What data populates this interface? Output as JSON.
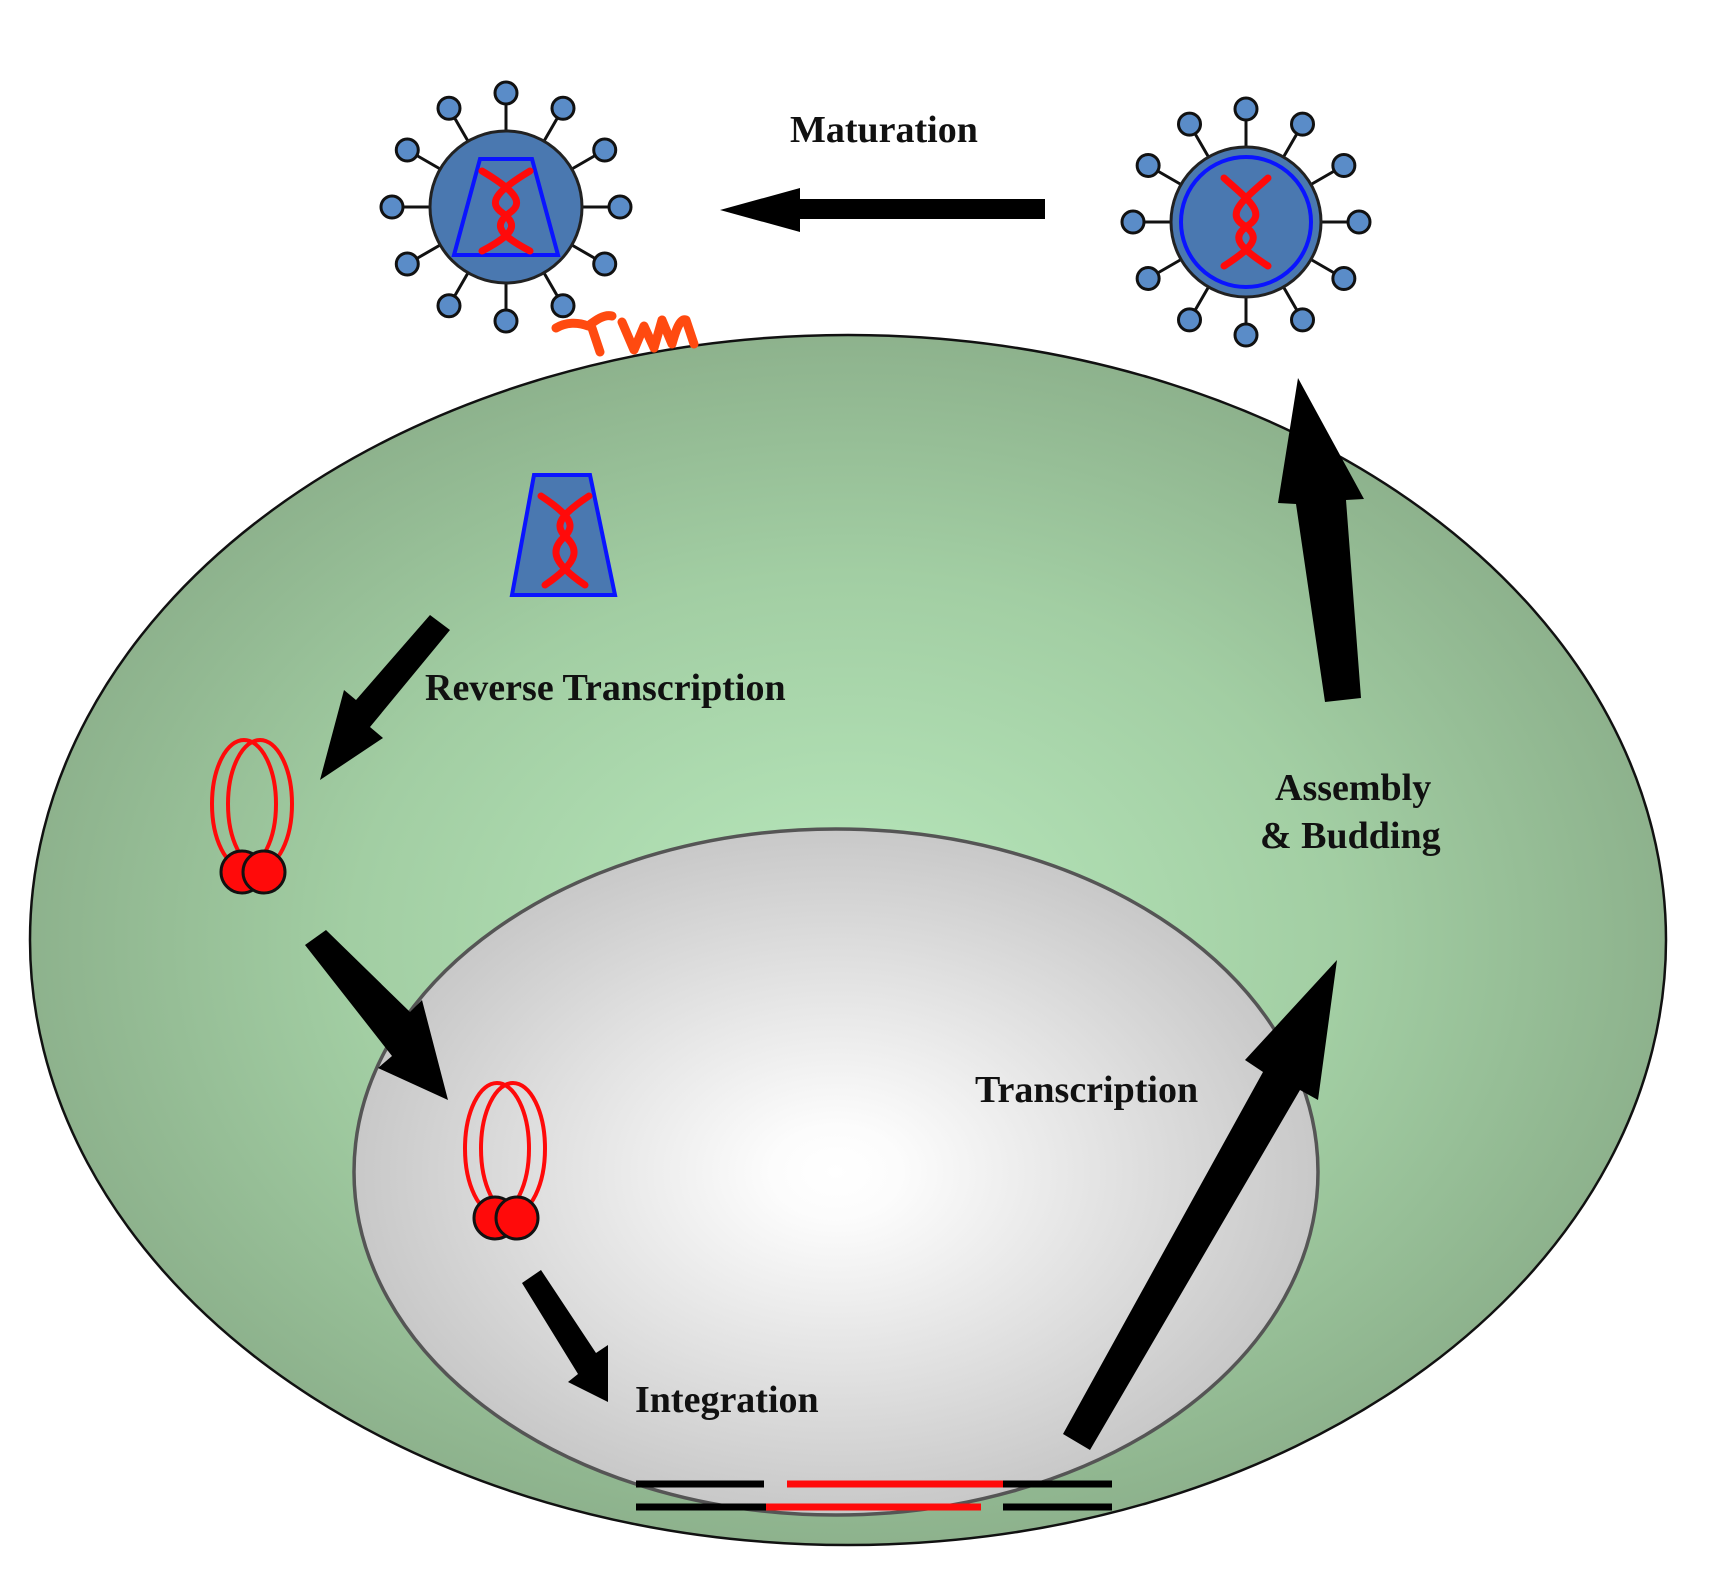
{
  "diagram": {
    "title": "Retrovirus life cycle",
    "labels": {
      "maturation": "Maturation",
      "reverse_transcription": "Reverse Transcription",
      "assembly_line1": "Assembly",
      "assembly_line2": "& Budding",
      "transcription": "Transcription",
      "integration": "Integration"
    },
    "annotation": "Ywm",
    "colors": {
      "cytoplasm_center": "#b8e8bc",
      "cytoplasm_edge": "#8caf8a",
      "nucleus_center": "#ffffff",
      "nucleus_edge": "#c4c4c4",
      "virus_body": "#4a78b0",
      "spike_knob": "#5a8cc8",
      "capsid_outline": "#0a14ff",
      "rna": "#ff0a0a",
      "annotation": "#ff4a10",
      "arrow": "#000000"
    },
    "icons": [
      "mature-virion-icon",
      "immature-virion-icon",
      "capsid-icon",
      "dna-loop-icon",
      "integrated-provirus-icon"
    ]
  }
}
